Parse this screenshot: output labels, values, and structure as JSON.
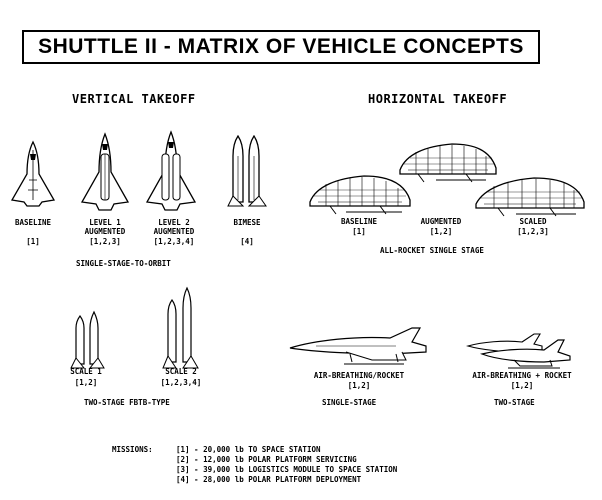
{
  "title": "SHUTTLE II - MATRIX OF VEHICLE CONCEPTS",
  "vertical": {
    "heading": "VERTICAL TAKEOFF",
    "group1_label": "SINGLE-STAGE-TO-ORBIT",
    "group1_vehicles": [
      {
        "line1": "BASELINE",
        "line2": "",
        "missions": "[1]"
      },
      {
        "line1": "LEVEL 1",
        "line2": "AUGMENTED",
        "missions": "[1,2,3]"
      },
      {
        "line1": "LEVEL 2",
        "line2": "AUGMENTED",
        "missions": "[1,2,3,4]"
      },
      {
        "line1": "BIMESE",
        "line2": "",
        "missions": "[4]"
      }
    ],
    "group2_label": "TWO-STAGE FBTB-TYPE",
    "group2_vehicles": [
      {
        "line1": "SCALE 1",
        "missions": "[1,2]"
      },
      {
        "line1": "SCALE 2",
        "missions": "[1,2,3,4]"
      }
    ]
  },
  "horizontal": {
    "heading": "HORIZONTAL TAKEOFF",
    "group1_label": "ALL-ROCKET SINGLE STAGE",
    "group1_vehicles": [
      {
        "line1": "BASELINE",
        "missions": "[1]"
      },
      {
        "line1": "AUGMENTED",
        "missions": "[1,2]"
      },
      {
        "line1": "SCALED",
        "missions": "[1,2,3]"
      }
    ],
    "airbreathing": [
      {
        "line1": "AIR-BREATHING/ROCKET",
        "missions": "[1,2]",
        "stage": "SINGLE-STAGE"
      },
      {
        "line1": "AIR-BREATHING + ROCKET",
        "missions": "[1,2]",
        "stage": "TWO-STAGE"
      }
    ]
  },
  "missions": {
    "label": "MISSIONS:",
    "items": [
      "[1] - 20,000 lb TO SPACE STATION",
      "[2] - 12,000 lb POLAR PLATFORM SERVICING",
      "[3] - 39,000 lb LOGISTICS MODULE TO SPACE STATION",
      "[4] - 28,000 lb POLAR PLATFORM DEPLOYMENT"
    ]
  }
}
